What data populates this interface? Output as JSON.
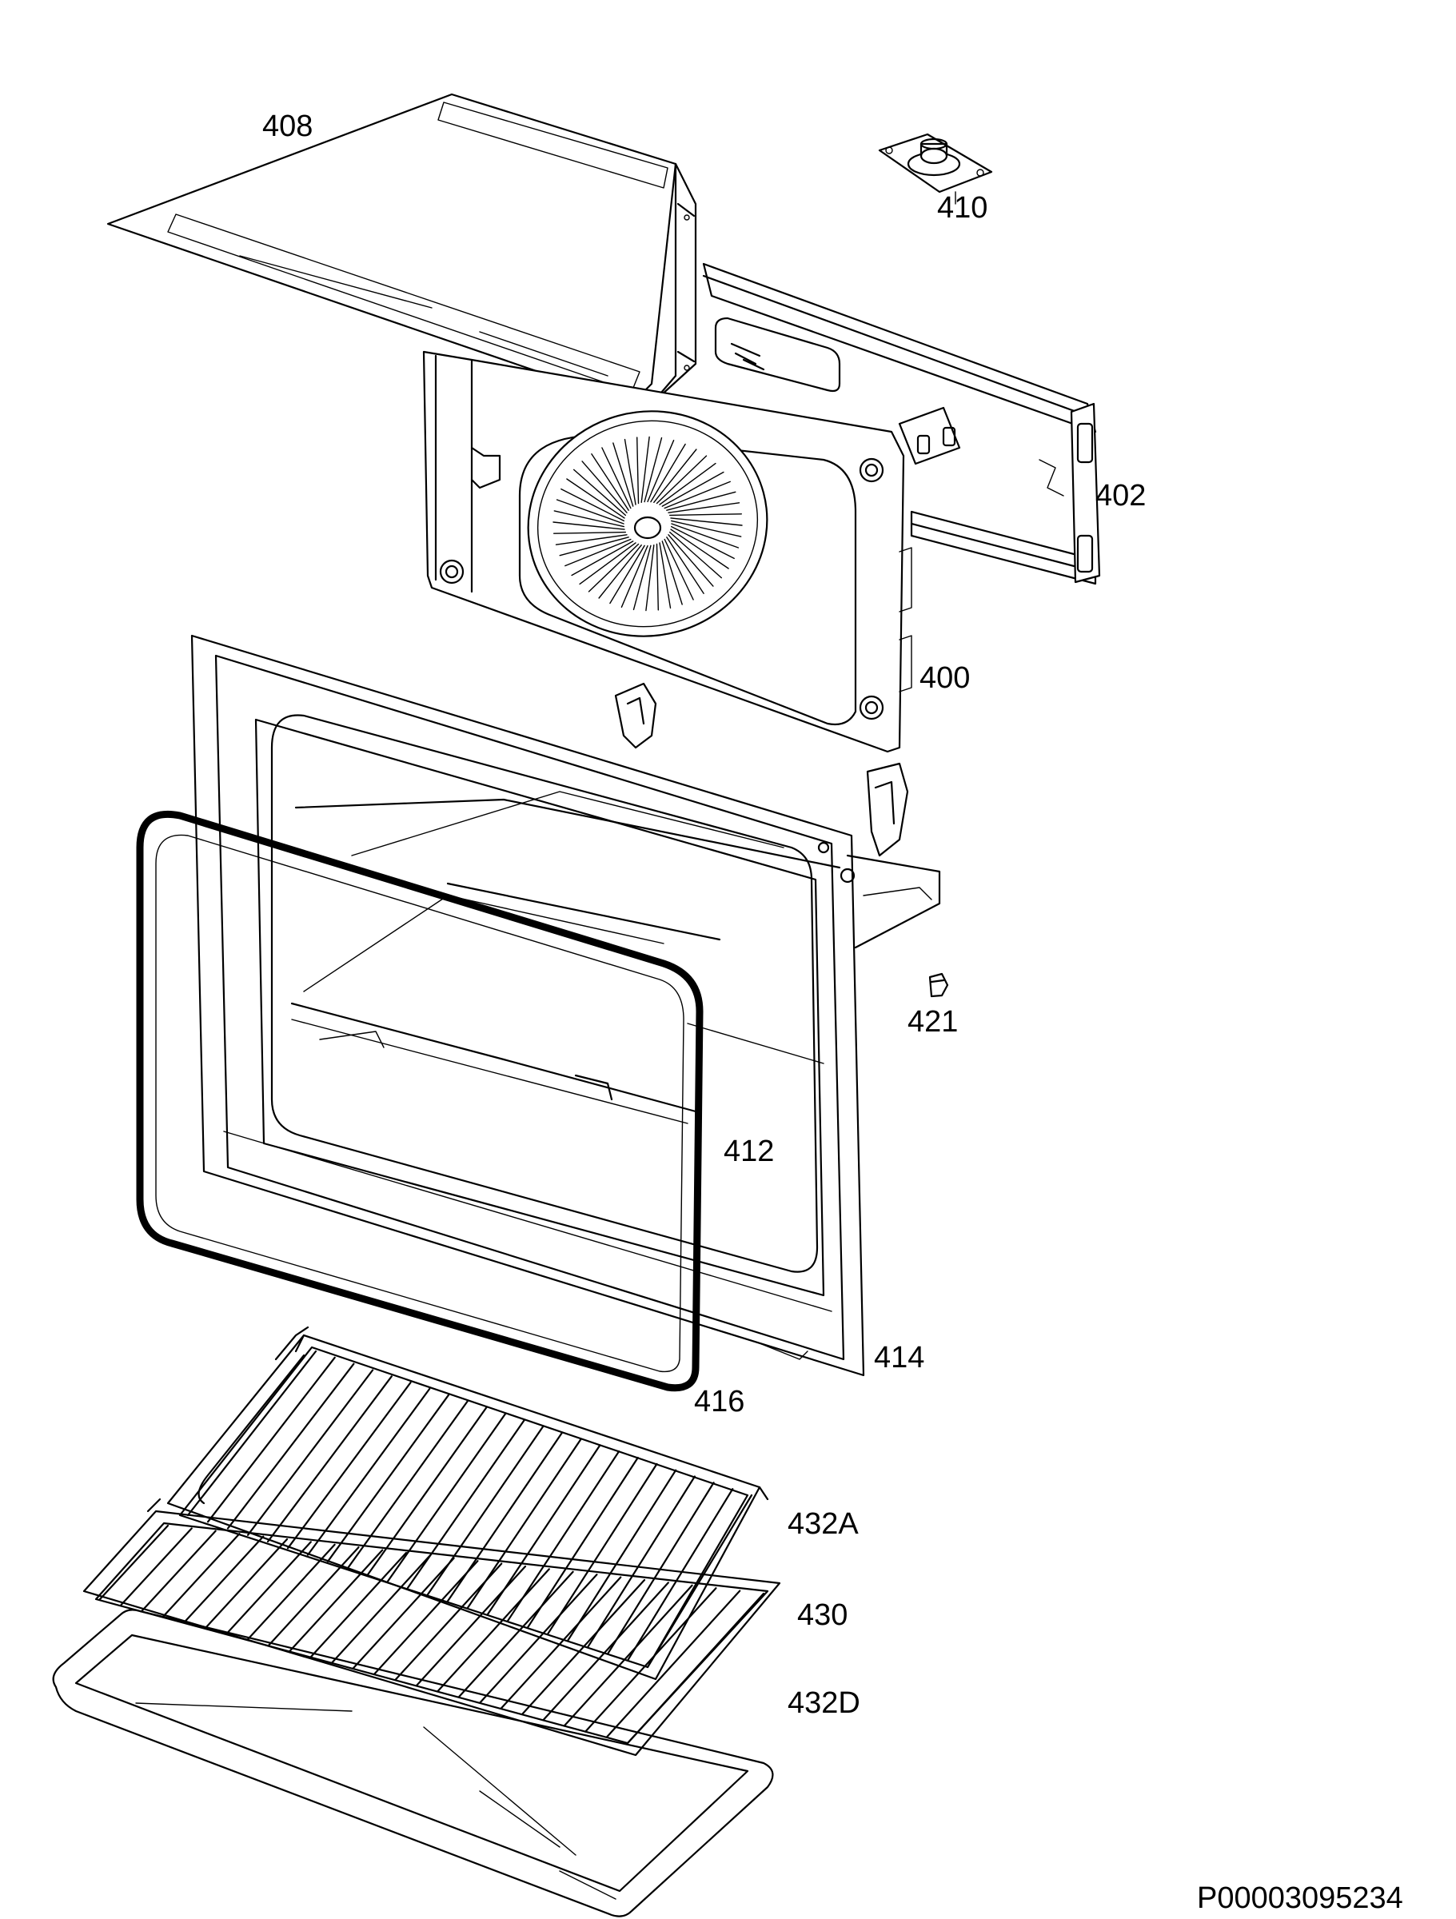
{
  "labels": {
    "p408": "408",
    "p410": "410",
    "p402": "402",
    "p400": "400",
    "p421": "421",
    "p412": "412",
    "p414": "414",
    "p416": "416",
    "p432a": "432A",
    "p430": "430",
    "p432d": "432D"
  },
  "document_id": "P00003095234"
}
